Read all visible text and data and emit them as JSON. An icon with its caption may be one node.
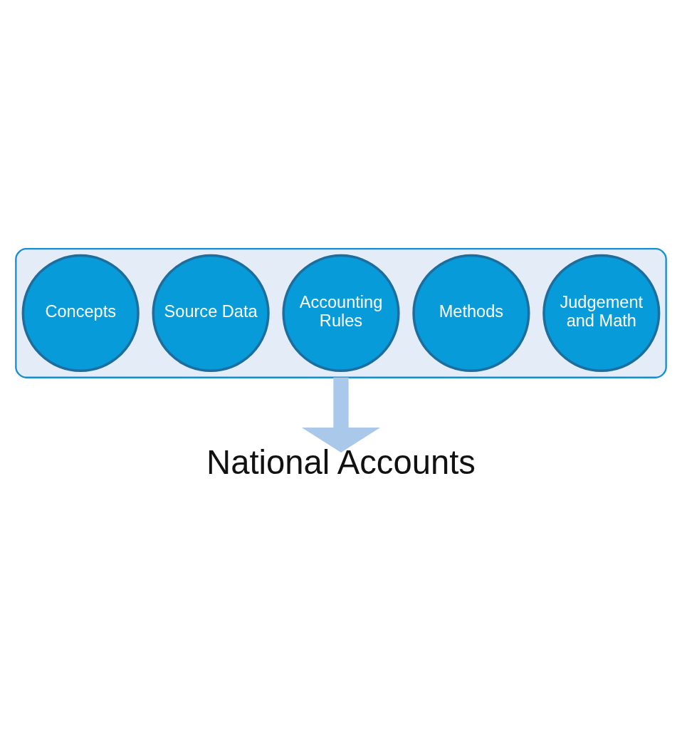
{
  "diagram": {
    "nodes": [
      {
        "text": [],
        "shape": "funnel"
      },
      {
        "text": [
          "Concepts"
        ],
        "in": 0
      },
      {
        "text": [
          "Source Data"
        ],
        "in": 0
      },
      {
        "text": [
          "Accounting Rules"
        ],
        "in": 0
      },
      {
        "text": [
          "Methods"
        ],
        "in": 0
      },
      {
        "text": [
          "Judgement and Math"
        ],
        "in": 0
      },
      {
        "text": [
          "National Accounts"
        ]
      }
    ],
    "edges": [
      {
        "from": 0,
        "to": 6,
        "arrow": "to",
        "color": "#a9c8ea"
      }
    ]
  }
}
